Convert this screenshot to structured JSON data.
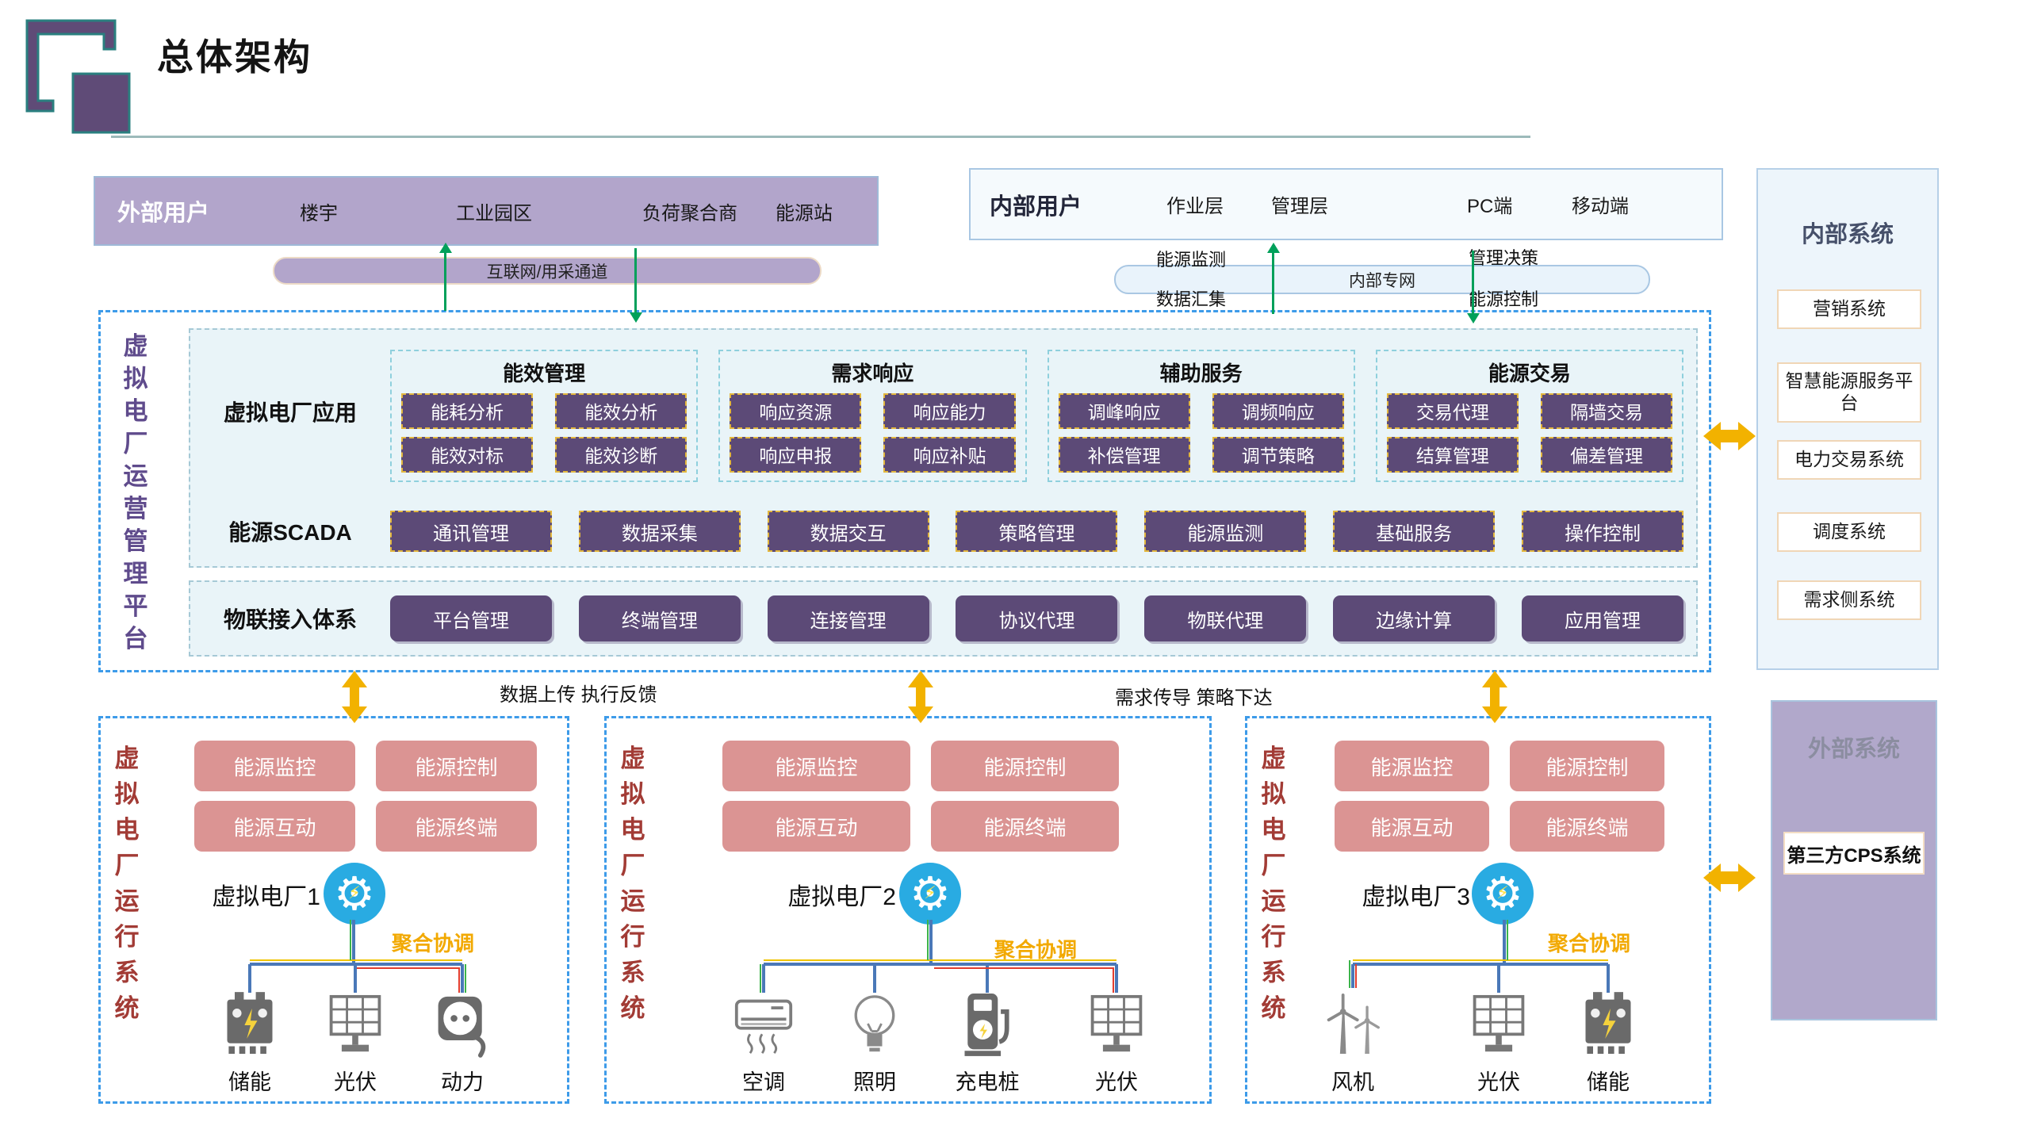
{
  "header": {
    "title": "总体架构"
  },
  "external_users": {
    "label": "外部用户",
    "items": [
      "楼宇",
      "工业园区",
      "负荷聚合商",
      "能源站"
    ],
    "channel_label": "互联网/用采通道"
  },
  "internal_users": {
    "label": "内部用户",
    "items": [
      "作业层",
      "管理层",
      "PC端",
      "移动端"
    ],
    "channel_label": "内部专网",
    "flows": {
      "monitor": "能源监测",
      "collect": "数据汇集",
      "decision": "管理决策",
      "control": "能源控制"
    }
  },
  "internal_systems": {
    "title": "内部系统",
    "items": [
      "营销系统",
      "智慧能源服务平台",
      "电力交易系统",
      "调度系统",
      "需求侧系统"
    ]
  },
  "external_systems": {
    "title": "外部系统",
    "items": [
      "第三方CPS系统"
    ]
  },
  "platform": {
    "title": "虚拟电厂运营管理平台",
    "app_layer": {
      "label": "虚拟电厂应用",
      "groups": [
        {
          "title": "能效管理",
          "buttons": [
            "能耗分析",
            "能效分析",
            "能效对标",
            "能效诊断"
          ]
        },
        {
          "title": "需求响应",
          "buttons": [
            "响应资源",
            "响应能力",
            "响应申报",
            "响应补贴"
          ]
        },
        {
          "title": "辅助服务",
          "buttons": [
            "调峰响应",
            "调频响应",
            "补偿管理",
            "调节策略"
          ]
        },
        {
          "title": "能源交易",
          "buttons": [
            "交易代理",
            "隔墙交易",
            "结算管理",
            "偏差管理"
          ]
        }
      ]
    },
    "scada_layer": {
      "label": "能源SCADA",
      "buttons": [
        "通讯管理",
        "数据采集",
        "数据交互",
        "策略管理",
        "能源监测",
        "基础服务",
        "操作控制"
      ]
    },
    "iot_layer": {
      "label": "物联接入体系",
      "buttons": [
        "平台管理",
        "终端管理",
        "连接管理",
        "协议代理",
        "物联代理",
        "边缘计算",
        "应用管理"
      ]
    }
  },
  "flows": {
    "upload": "数据上传 执行反馈",
    "demand": "需求传导 策略下达"
  },
  "plants": [
    {
      "side_title": "虚拟电厂运行系统",
      "buttons": [
        "能源监控",
        "能源控制",
        "能源互动",
        "能源终端"
      ],
      "name": "虚拟电厂1",
      "coordination": "聚合协调",
      "devices": [
        {
          "label": "储能",
          "icon": "battery-icon"
        },
        {
          "label": "光伏",
          "icon": "solar-panel-icon"
        },
        {
          "label": "动力",
          "icon": "power-plug-icon"
        }
      ]
    },
    {
      "side_title": "虚拟电厂运行系统",
      "buttons": [
        "能源监控",
        "能源控制",
        "能源互动",
        "能源终端"
      ],
      "name": "虚拟电厂2",
      "coordination": "聚合协调",
      "devices": [
        {
          "label": "空调",
          "icon": "air-conditioner-icon"
        },
        {
          "label": "照明",
          "icon": "light-bulb-icon"
        },
        {
          "label": "充电桩",
          "icon": "charging-pile-icon"
        },
        {
          "label": "光伏",
          "icon": "solar-panel-icon"
        }
      ]
    },
    {
      "side_title": "虚拟电厂运行系统",
      "buttons": [
        "能源监控",
        "能源控制",
        "能源互动",
        "能源终端"
      ],
      "name": "虚拟电厂3",
      "coordination": "聚合协调",
      "devices": [
        {
          "label": "风机",
          "icon": "wind-turbine-icon"
        },
        {
          "label": "光伏",
          "icon": "solar-panel-icon"
        },
        {
          "label": "储能",
          "icon": "battery-icon"
        }
      ]
    }
  ],
  "colors": {
    "purple_button": "#5c4a77",
    "yellow_dash_border": "#e3b73e",
    "pink_button": "#db9493",
    "bar_purple": "#b2a5cb",
    "blue_dash": "#3d9be9",
    "green_arrow": "#00a05a",
    "yellow_arrow": "#f2b200",
    "red_side_title": "#a23b35",
    "purple_side_title": "#5f4b8c",
    "gear_blue": "#29abe2",
    "coordination_yellow": "#f2a900"
  }
}
